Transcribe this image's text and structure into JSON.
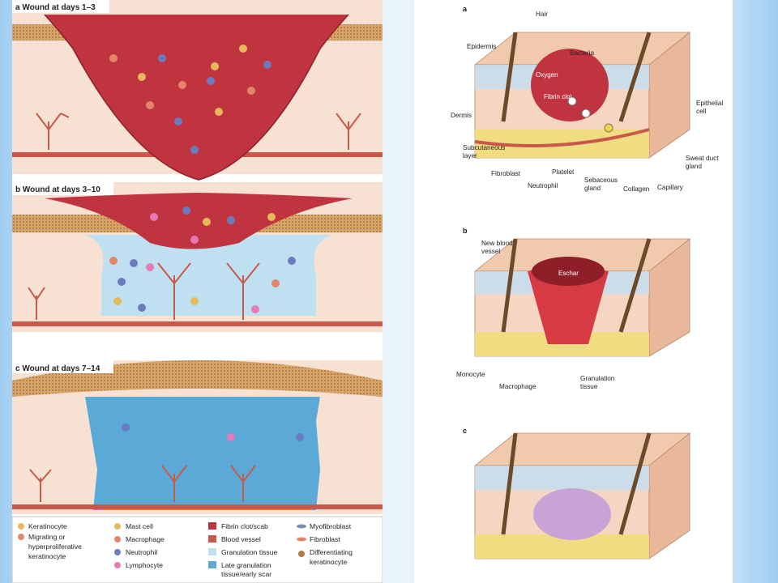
{
  "left": {
    "stages": [
      {
        "letter": "a",
        "title": "Wound at days 1–3"
      },
      {
        "letter": "b",
        "title": "Wound at days 3–10"
      },
      {
        "letter": "c",
        "title": "Wound at days 7–14"
      }
    ],
    "legend": {
      "col1": [
        "Keratinocyte",
        "Migrating or",
        "hyperproliferative",
        "keratinocyte"
      ],
      "col2": [
        "Mast cell",
        "Macrophage",
        "Neutrophil",
        "Lymphocyte"
      ],
      "col3": [
        "Fibrin clot/scab",
        "Blood vessel",
        "Granulation tissue",
        "Late granulation",
        "tissue/early scar"
      ],
      "col4": [
        "Myofibroblast",
        "Fibroblast",
        "Differentiating",
        "keratinocyte"
      ]
    },
    "colors": {
      "clot": "#c0343f",
      "granulation": "#bfe0f0",
      "late_granulation": "#5aa9d6",
      "dermis": "#f5d7c7",
      "epidermis": "#d89a5f",
      "blood_vessel": "#c9574a"
    }
  },
  "right": {
    "letters": [
      "a",
      "b",
      "c"
    ],
    "panel_a": {
      "labels": {
        "hair": "Hair",
        "epidermis": "Epidermis",
        "bacteria": "Bacteria",
        "oxygen": "Oxygen",
        "fibrin_clot": "Fibrin clot",
        "dermis": "Dermis",
        "epithelial_1": "Epithelial",
        "epithelial_2": "cell",
        "subcutaneous_1": "Subcutaneous",
        "subcutaneous_2": "layer",
        "sweat_1": "Sweat duct",
        "sweat_2": "gland",
        "fibroblast": "Fibroblast",
        "platelet": "Platelet",
        "sebaceous_1": "Sebaceous",
        "sebaceous_2": "gland",
        "neutrophil": "Neutrophil",
        "collagen": "Collagen",
        "capillary": "Capillary"
      }
    },
    "panel_b": {
      "labels": {
        "new_vessel_1": "New blood",
        "new_vessel_2": "vessel",
        "eschar": "Eschar",
        "monocyte": "Monocyte",
        "macrophage": "Macrophage",
        "granulation_1": "Granulation",
        "granulation_2": "tissue"
      }
    }
  }
}
